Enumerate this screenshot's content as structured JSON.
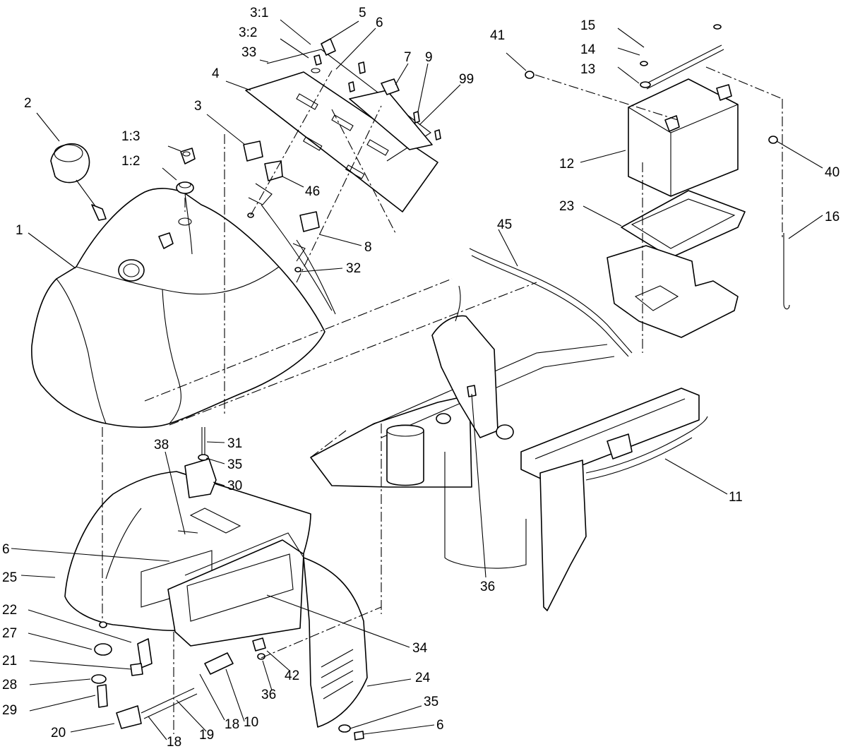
{
  "diagram": {
    "style": "exploded parts diagram",
    "ink_color": "#000000",
    "paper_color": "#ffffff",
    "callouts": [
      {
        "id": "c-1",
        "text": "1"
      },
      {
        "id": "c-2",
        "text": "2"
      },
      {
        "id": "c-3",
        "text": "3"
      },
      {
        "id": "c-4",
        "text": "4"
      },
      {
        "id": "c-5",
        "text": "5"
      },
      {
        "id": "c-6a",
        "text": "6"
      },
      {
        "id": "c-6b",
        "text": "6"
      },
      {
        "id": "c-6c",
        "text": "6"
      },
      {
        "id": "c-7",
        "text": "7"
      },
      {
        "id": "c-8",
        "text": "8"
      },
      {
        "id": "c-9",
        "text": "9"
      },
      {
        "id": "c-10",
        "text": "10"
      },
      {
        "id": "c-11",
        "text": "11"
      },
      {
        "id": "c-12",
        "text": "12"
      },
      {
        "id": "c-13",
        "text": "13"
      },
      {
        "id": "c-14",
        "text": "14"
      },
      {
        "id": "c-15",
        "text": "15"
      },
      {
        "id": "c-16",
        "text": "16"
      },
      {
        "id": "c-18a",
        "text": "18"
      },
      {
        "id": "c-18b",
        "text": "18"
      },
      {
        "id": "c-19",
        "text": "19"
      },
      {
        "id": "c-20",
        "text": "20"
      },
      {
        "id": "c-21",
        "text": "21"
      },
      {
        "id": "c-22",
        "text": "22"
      },
      {
        "id": "c-23",
        "text": "23"
      },
      {
        "id": "c-24",
        "text": "24"
      },
      {
        "id": "c-25",
        "text": "25"
      },
      {
        "id": "c-27",
        "text": "27"
      },
      {
        "id": "c-28",
        "text": "28"
      },
      {
        "id": "c-29",
        "text": "29"
      },
      {
        "id": "c-30",
        "text": "30"
      },
      {
        "id": "c-31",
        "text": "31"
      },
      {
        "id": "c-32",
        "text": "32"
      },
      {
        "id": "c-33",
        "text": "33"
      },
      {
        "id": "c-34",
        "text": "34"
      },
      {
        "id": "c-35a",
        "text": "35"
      },
      {
        "id": "c-35b",
        "text": "35"
      },
      {
        "id": "c-36a",
        "text": "36"
      },
      {
        "id": "c-36b",
        "text": "36"
      },
      {
        "id": "c-38",
        "text": "38"
      },
      {
        "id": "c-40",
        "text": "40"
      },
      {
        "id": "c-41",
        "text": "41"
      },
      {
        "id": "c-42",
        "text": "42"
      },
      {
        "id": "c-45",
        "text": "45"
      },
      {
        "id": "c-46",
        "text": "46"
      },
      {
        "id": "c-99",
        "text": "99"
      },
      {
        "id": "c-1-2",
        "text": "1:2"
      },
      {
        "id": "c-1-3",
        "text": "1:3"
      },
      {
        "id": "c-3-1",
        "text": "3:1"
      },
      {
        "id": "c-3-2",
        "text": "3:2"
      }
    ]
  }
}
